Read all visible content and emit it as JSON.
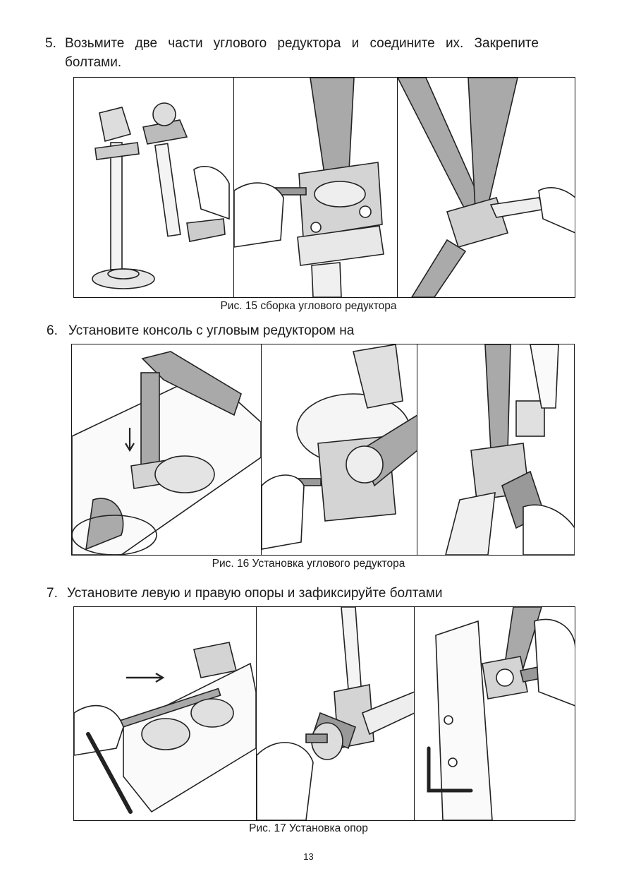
{
  "steps": [
    {
      "number": "5.",
      "text": "Возьмите две части углового редуктора и соедините их. Закрепите болтами."
    },
    {
      "number": "6.",
      "text": "Установите консоль с угловым редуктором на"
    },
    {
      "number": "7.",
      "text": "Установите левую и правую опоры и зафиксируйте болтами"
    }
  ],
  "figures": [
    {
      "caption": "Рис. 15 сборка углового редуктора"
    },
    {
      "caption": "Рис. 16 Установка углового редуктора"
    },
    {
      "caption": "Рис. 17 Установка опор"
    }
  ],
  "page_number": "13"
}
